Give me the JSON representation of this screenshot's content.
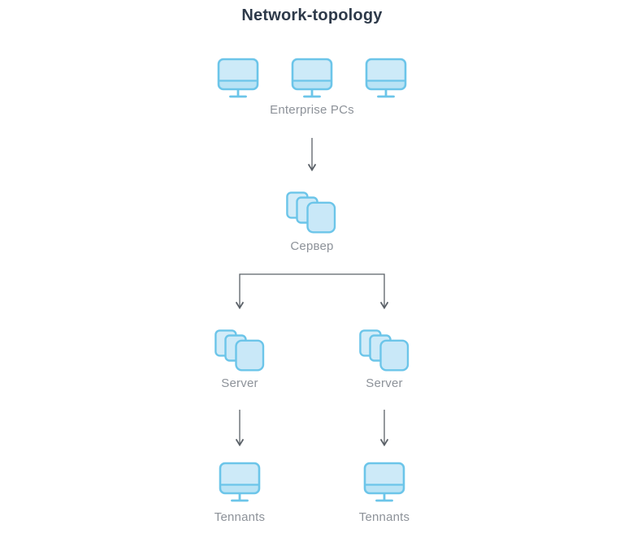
{
  "title": "Network-topology",
  "colors": {
    "background": "#ffffff",
    "title_text": "#2e3a4a",
    "label_text": "#8d9299",
    "icon_stroke": "#6cc5e9",
    "icon_fill": "#cdeaf8",
    "icon_fill_shade": "#b9e3f5",
    "connector": "#5a6067"
  },
  "nodes": {
    "enterprise_pcs": {
      "label": "Enterprise PCs",
      "icon": "monitor-icon",
      "icon_count": 3
    },
    "central_server": {
      "label": "Сервер",
      "icon": "server-stack-icon"
    },
    "server_left": {
      "label": "Server",
      "icon": "server-stack-icon"
    },
    "server_right": {
      "label": "Server",
      "icon": "server-stack-icon"
    },
    "tennants_left": {
      "label": "Tennants",
      "icon": "monitor-icon"
    },
    "tennants_right": {
      "label": "Tennants",
      "icon": "monitor-icon"
    }
  },
  "edges": [
    {
      "from": "enterprise_pcs",
      "to": "central_server",
      "style": "arrow-down"
    },
    {
      "from": "central_server",
      "to": "server_left",
      "style": "branch-arrow"
    },
    {
      "from": "central_server",
      "to": "server_right",
      "style": "branch-arrow"
    },
    {
      "from": "server_left",
      "to": "tennants_left",
      "style": "arrow-down"
    },
    {
      "from": "server_right",
      "to": "tennants_right",
      "style": "arrow-down"
    }
  ]
}
